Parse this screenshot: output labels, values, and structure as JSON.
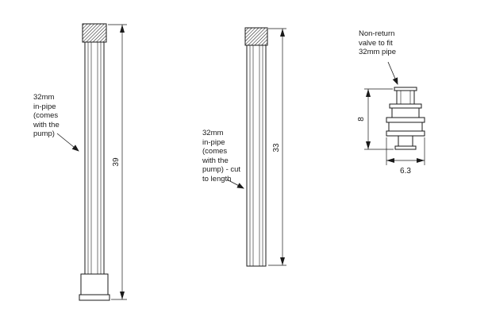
{
  "drawing": {
    "type": "technical-diagram",
    "components": {
      "pipe_long": {
        "label": "32mm\nin-pipe\n(comes\nwith the\npump)",
        "length_dim": "39"
      },
      "pipe_cut": {
        "label": "32mm\nin-pipe\n(comes\nwith the\npump) - cut\nto length",
        "length_dim": "33"
      },
      "valve": {
        "label": "Non-return\nvalve to fit\n32mm pipe",
        "height_dim": "8",
        "width_dim": "6.3"
      }
    },
    "line_color": "#1a1a1a",
    "background_color": "#ffffff"
  }
}
